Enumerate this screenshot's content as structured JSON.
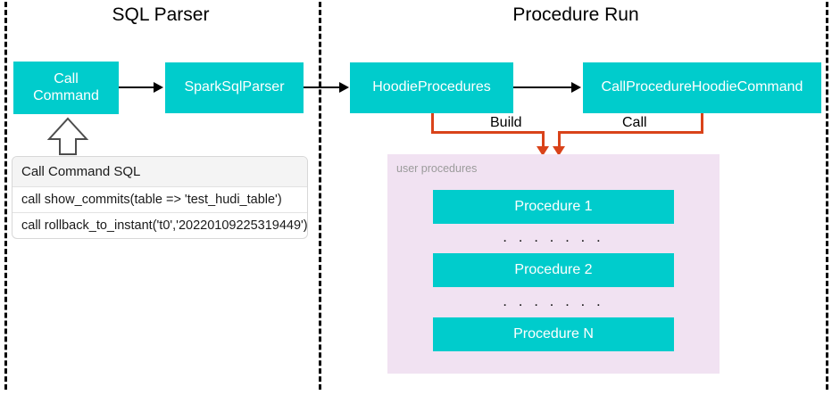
{
  "diagram": {
    "sections": [
      {
        "id": "sql-parser",
        "title": "SQL Parser"
      },
      {
        "id": "procedure-run",
        "title": "Procedure Run"
      }
    ],
    "nodes": {
      "call_command": "Call\nCommand",
      "call_command_line1": "Call",
      "call_command_line2": "Command",
      "spark_sql_parser": "SparkSqlParser",
      "hoodie_procedures": "HoodieProcedures",
      "call_procedure_hoodie_command": "CallProcedureHoodieCommand"
    },
    "edge_labels": {
      "build": "Build",
      "call": "Call"
    },
    "sql_table": {
      "header": "Call Command SQL",
      "rows": [
        "call show_commits(table => 'test_hudi_table')",
        "call rollback_to_instant('t0','20220109225319449')"
      ]
    },
    "user_procedures": {
      "label": "user procedures",
      "items": [
        {
          "name": "Procedure 1"
        },
        {
          "name": "Procedure 2"
        },
        {
          "name": "Procedure N"
        }
      ],
      "ellipsis": ". . . . . . ."
    },
    "colors": {
      "node_fill": "#00CCCC",
      "node_text": "#FFFFFF",
      "panel_fill": "#F1E2F2",
      "panel_label": "#9B9B9B",
      "edge_black": "#000000",
      "edge_orange": "#D9431A",
      "divider": "#000000",
      "table_header_fill": "#F4F4F4",
      "background": "#FFFFFF"
    }
  }
}
